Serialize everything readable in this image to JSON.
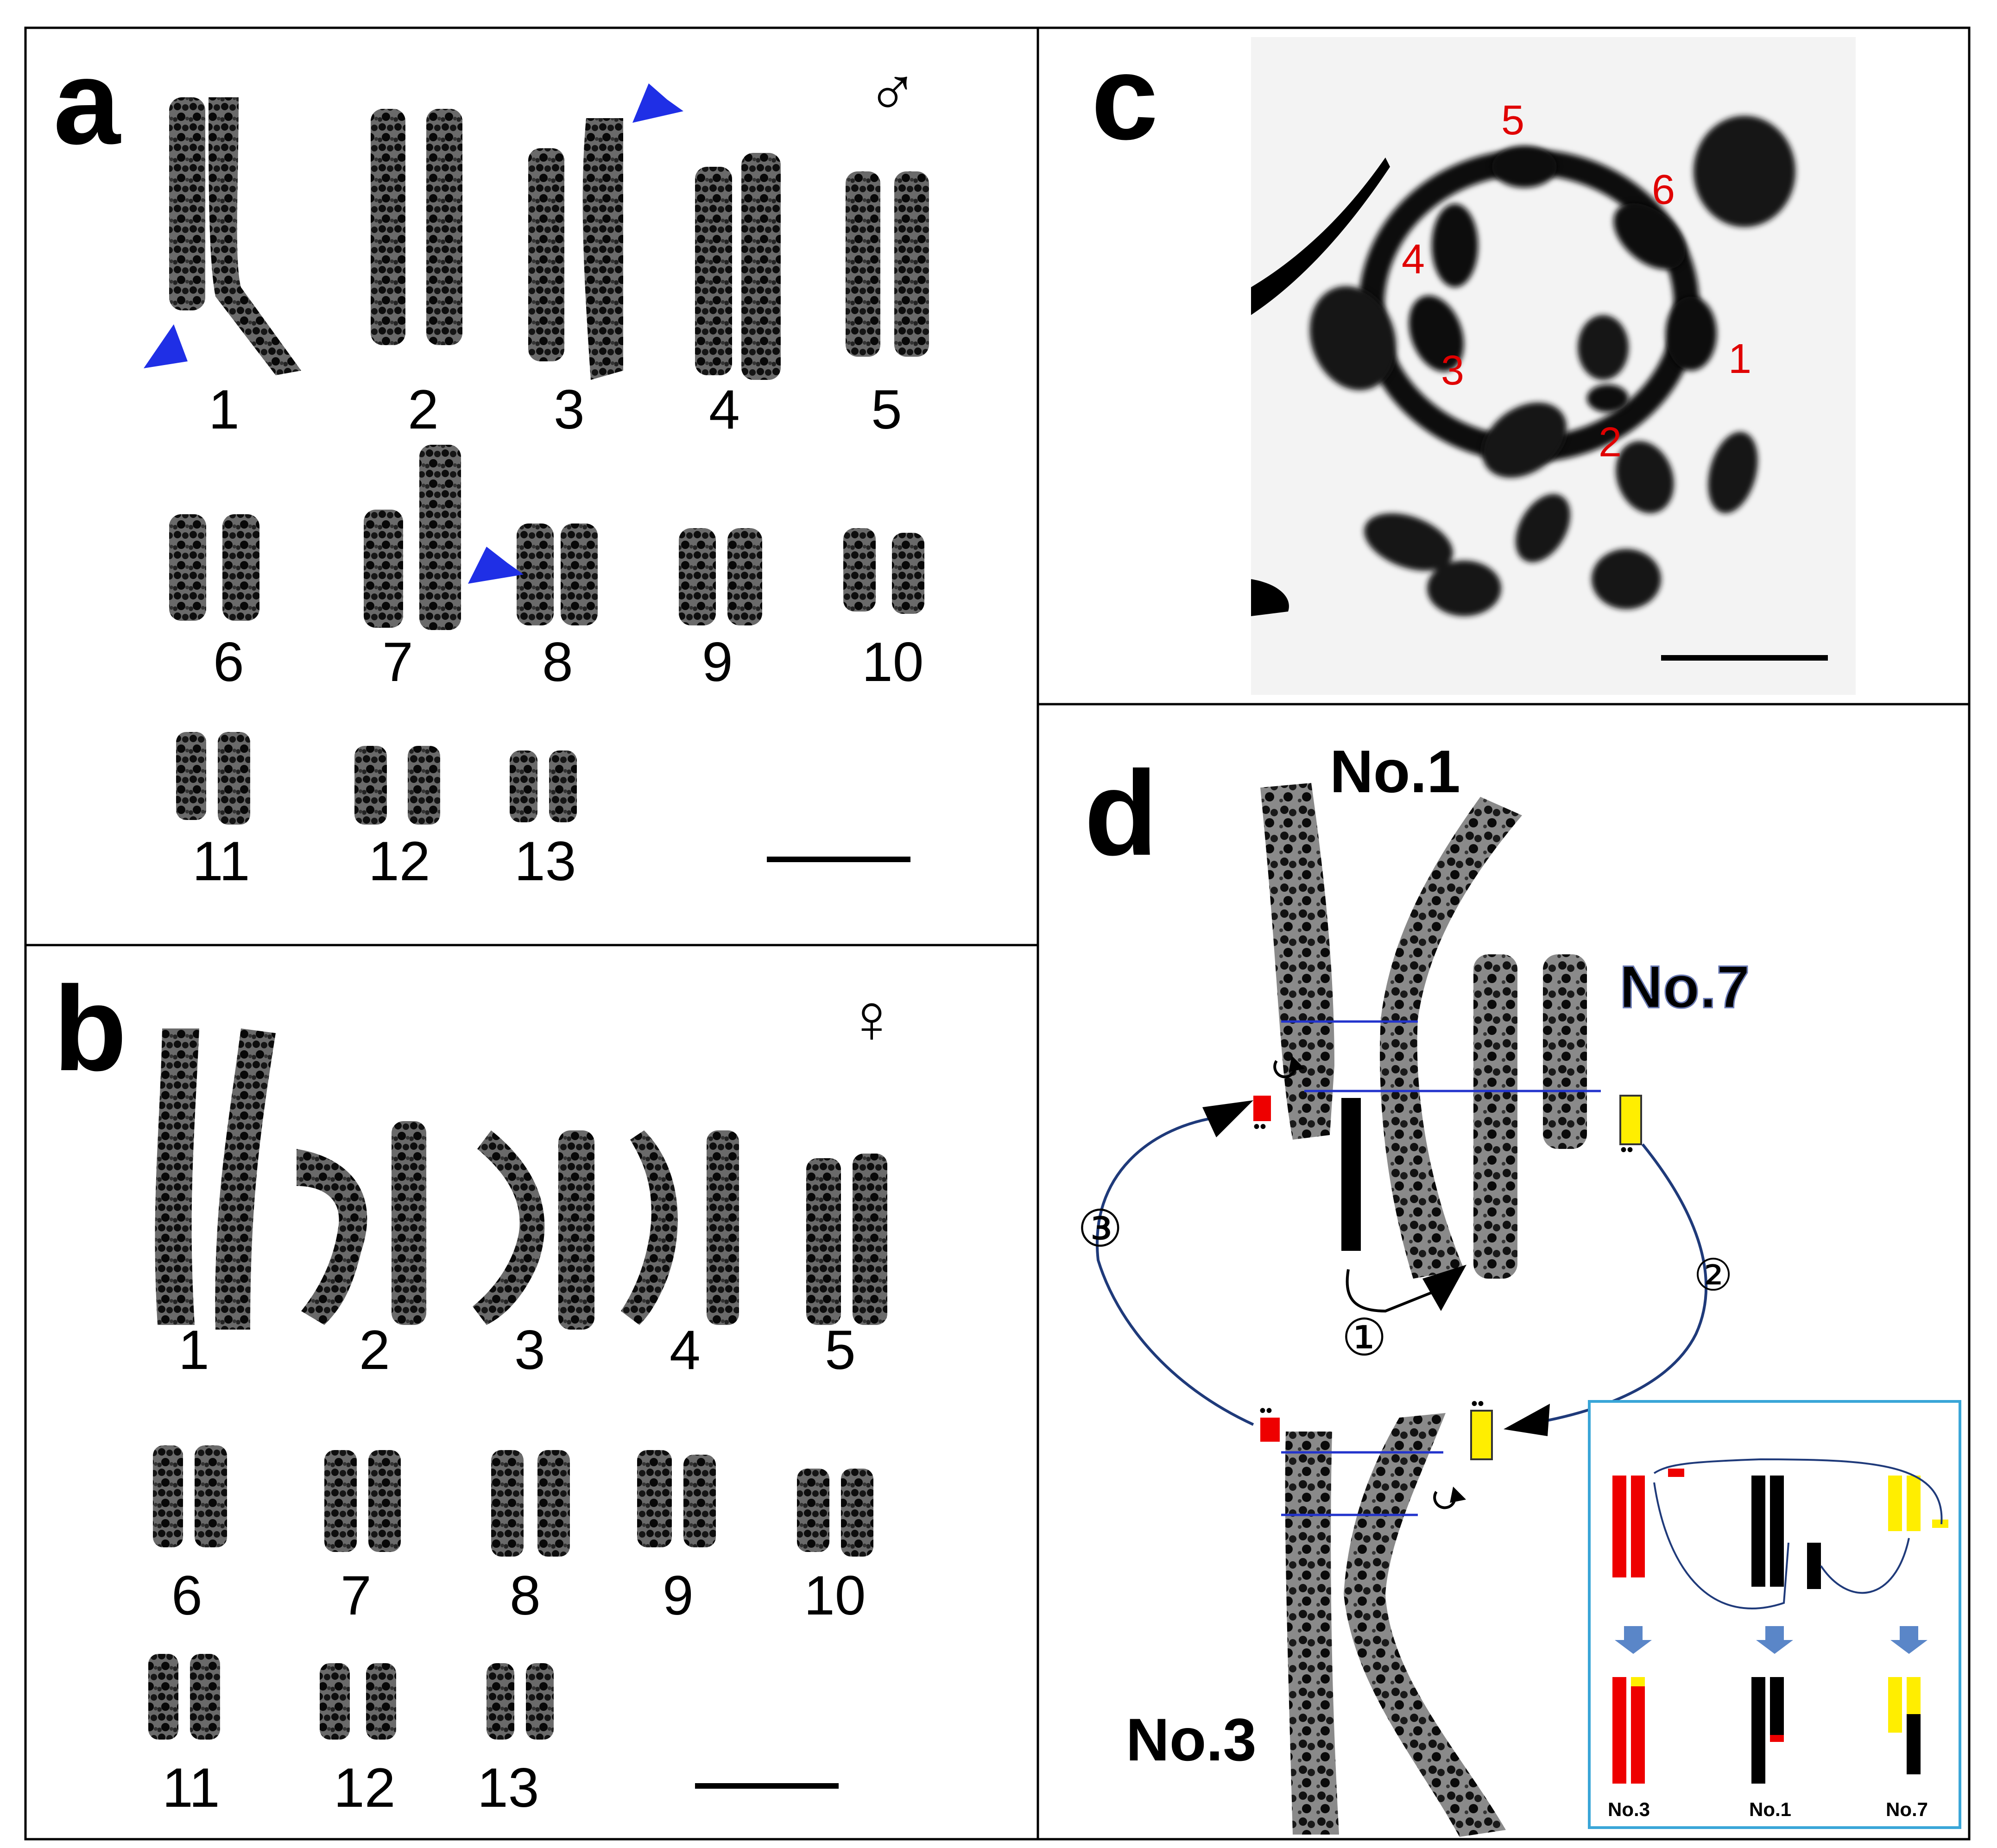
{
  "panels": {
    "a": {
      "label": "a",
      "sex_symbol": "♂",
      "numbers": [
        "1",
        "2",
        "3",
        "4",
        "5",
        "6",
        "7",
        "8",
        "9",
        "10",
        "11",
        "12",
        "13"
      ]
    },
    "b": {
      "label": "b",
      "sex_symbol": "♀",
      "numbers": [
        "1",
        "2",
        "3",
        "4",
        "5",
        "6",
        "7",
        "8",
        "9",
        "10",
        "11",
        "12",
        "13"
      ]
    },
    "c": {
      "label": "c",
      "ring_numbers": [
        "1",
        "2",
        "3",
        "4",
        "5",
        "6"
      ]
    },
    "d": {
      "label": "d",
      "chr1_label": "No.1",
      "chr7_label": "No.7",
      "chr3_label": "No.3",
      "step_labels": [
        "①",
        "②",
        "③"
      ],
      "inset": {
        "labels": [
          "No.3",
          "No.1",
          "No.7"
        ]
      }
    }
  },
  "colors": {
    "arrow_blue": "#1f2fe6",
    "red_segment": "#ee0000",
    "yellow_segment": "#ffee00",
    "line_blue": "#2233cc",
    "curve_navy": "#1f3a7a",
    "inset_border": "#3aa6d8",
    "inset_arrow": "#5a86c8"
  },
  "icons": [
    "down-arrow-icon",
    "rotation-icon",
    "pointer-arrow-icon"
  ]
}
